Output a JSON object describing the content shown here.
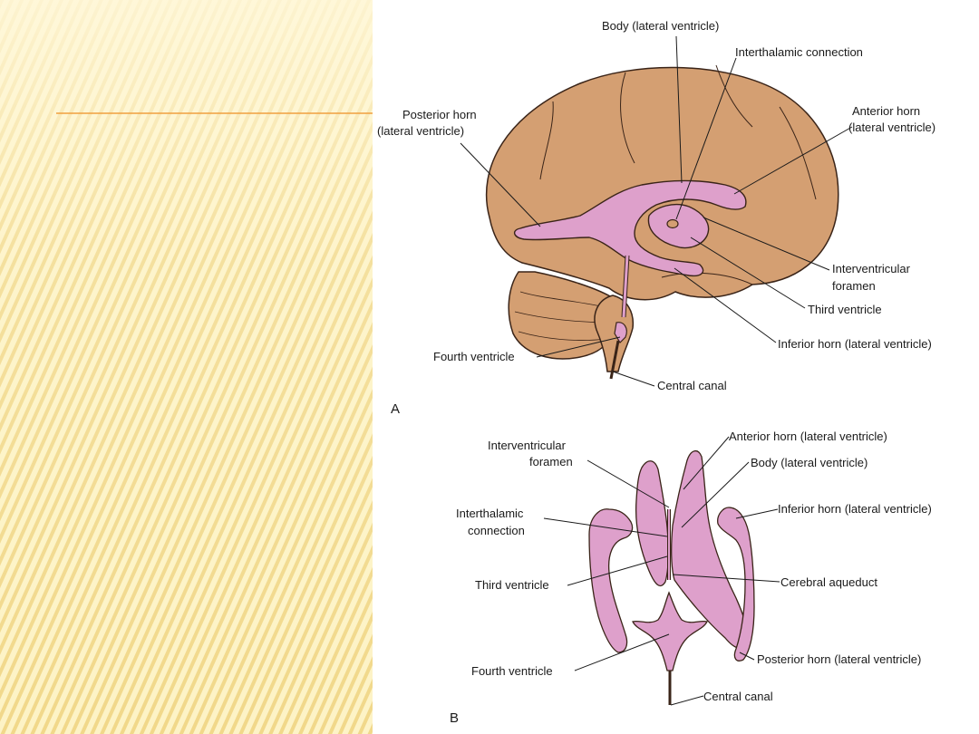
{
  "slide": {
    "background_colors": {
      "panel_light": "#fdf3c6",
      "panel_stripe": "#f1d88a",
      "rule_line": "#f0a040"
    }
  },
  "figure": {
    "colors": {
      "brain": "#d49f72",
      "ventricle": "#dea0cb",
      "outline": "#3a2418"
    },
    "panel_a": {
      "letter": "A",
      "labels": {
        "body": "Body (lateral ventricle)",
        "interthalamic": "Interthalamic connection",
        "posterior_horn_1": "Posterior horn",
        "posterior_horn_2": "(lateral ventricle)",
        "anterior_horn_1": "Anterior horn",
        "anterior_horn_2": "(lateral ventricle)",
        "interventricular_1": "Interventricular",
        "interventricular_2": "foramen",
        "third_ventricle": "Third ventricle",
        "inferior_horn": "Inferior horn (lateral ventricle)",
        "fourth_ventricle": "Fourth ventricle",
        "central_canal": "Central canal"
      }
    },
    "panel_b": {
      "letter": "B",
      "labels": {
        "anterior_horn": "Anterior horn (lateral ventricle)",
        "interventricular_1": "Interventricular",
        "interventricular_2": "foramen",
        "body": "Body (lateral ventricle)",
        "interthalamic_1": "Interthalamic",
        "interthalamic_2": "connection",
        "inferior_horn": "Inferior horn (lateral ventricle)",
        "third_ventricle": "Third ventricle",
        "cerebral_aqueduct": "Cerebral aqueduct",
        "fourth_ventricle": "Fourth ventricle",
        "posterior_horn": "Posterior horn (lateral ventricle)",
        "central_canal": "Central canal"
      }
    }
  }
}
